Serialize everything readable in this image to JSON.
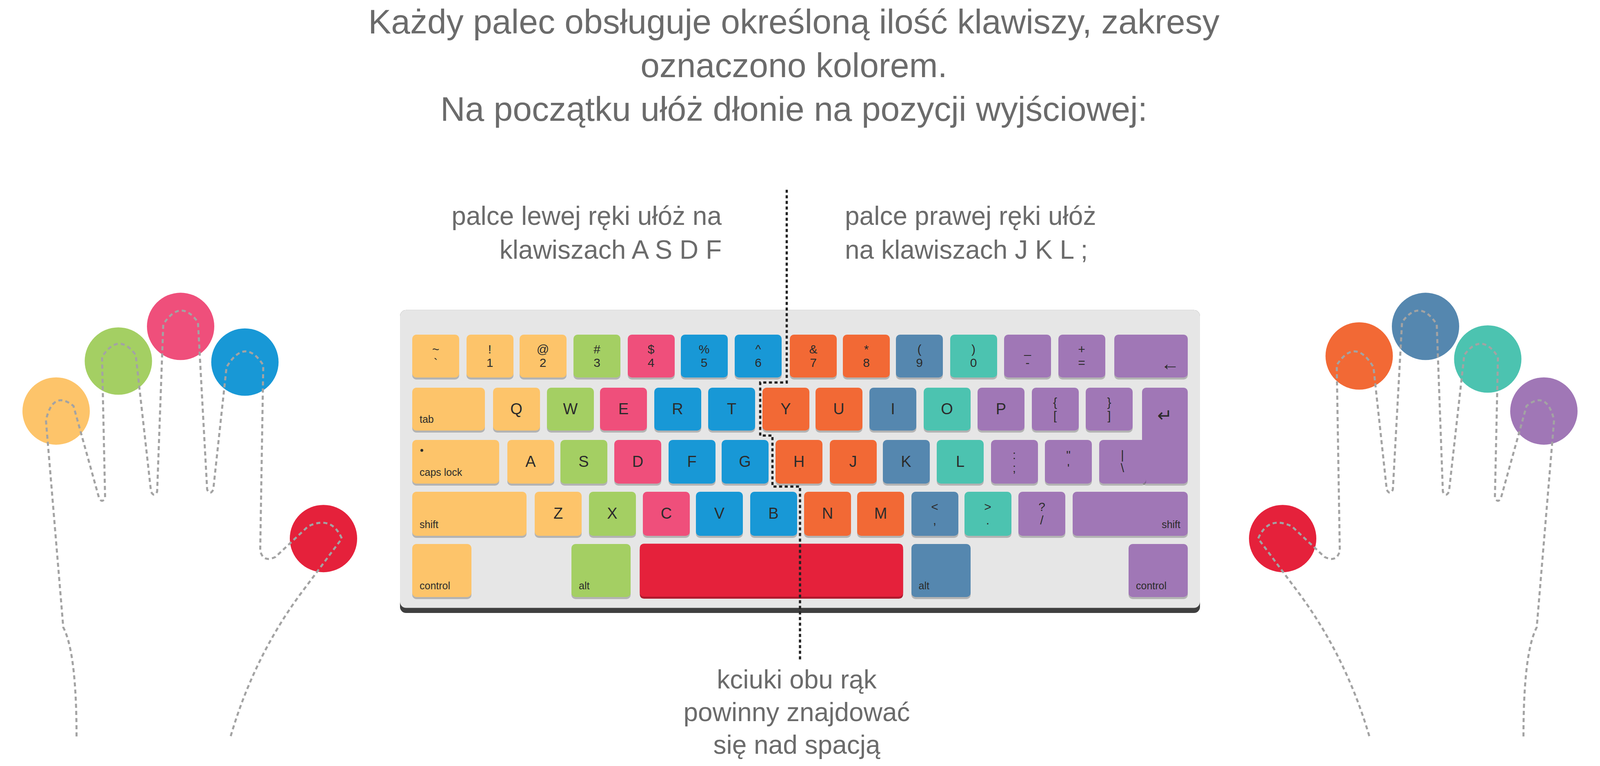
{
  "diagram": {
    "title": "Każdy palec obsługuje określoną ilość klawiszy, zakresy oznaczono kolorem.",
    "nodes": [
      {
        "text": [
          "~",
          "`"
        ]
      },
      {
        "text": [
          "!",
          "1"
        ]
      },
      {
        "text": [
          "@",
          "2"
        ]
      },
      {
        "text": [
          "#",
          "3"
        ]
      },
      {
        "text": [
          "$",
          "4"
        ]
      },
      {
        "text": [
          "%",
          "5"
        ]
      },
      {
        "text": [
          "^",
          "6"
        ]
      },
      {
        "text": [
          "&",
          "7"
        ]
      },
      {
        "text": [
          "*",
          "8"
        ]
      },
      {
        "text": [
          "(",
          "9"
        ]
      },
      {
        "text": [
          ")",
          "0"
        ]
      },
      {
        "text": [
          "_",
          "-"
        ]
      },
      {
        "text": [
          "+",
          "="
        ]
      },
      {
        "text": [
          "←"
        ]
      },
      {
        "text": [
          "tab"
        ]
      },
      {
        "text": [
          "Q"
        ]
      },
      {
        "text": [
          "W"
        ]
      },
      {
        "text": [
          "E"
        ]
      },
      {
        "text": [
          "R"
        ]
      },
      {
        "text": [
          "T"
        ]
      },
      {
        "text": [
          "Y"
        ]
      },
      {
        "text": [
          "U"
        ]
      },
      {
        "text": [
          "I"
        ]
      },
      {
        "text": [
          "O"
        ]
      },
      {
        "text": [
          "P"
        ]
      },
      {
        "text": [
          "{",
          "["
        ]
      },
      {
        "text": [
          "}",
          "]"
        ]
      },
      {
        "text": [
          "↵"
        ]
      },
      {
        "text": [
          "caps lock"
        ]
      },
      {
        "text": [
          "A"
        ]
      },
      {
        "text": [
          "S"
        ]
      },
      {
        "text": [
          "D"
        ]
      },
      {
        "text": [
          "F"
        ]
      },
      {
        "text": [
          "G"
        ]
      },
      {
        "text": [
          "H"
        ]
      },
      {
        "text": [
          "J"
        ]
      },
      {
        "text": [
          "K"
        ]
      },
      {
        "text": [
          "L"
        ]
      },
      {
        "text": [
          ":",
          ";"
        ]
      },
      {
        "text": [
          "\"",
          "'"
        ]
      },
      {
        "text": [
          "|",
          "\\"
        ]
      },
      {
        "text": [
          "shift"
        ]
      },
      {
        "text": [
          "Z"
        ]
      },
      {
        "text": [
          "X"
        ]
      },
      {
        "text": [
          "C"
        ]
      },
      {
        "text": [
          "V"
        ]
      },
      {
        "text": [
          "B"
        ]
      },
      {
        "text": [
          "N"
        ]
      },
      {
        "text": [
          "M"
        ]
      },
      {
        "text": [
          "<",
          ","
        ]
      },
      {
        "text": [
          ">",
          "."
        ]
      },
      {
        "text": [
          "?",
          "/"
        ]
      },
      {
        "text": [
          "shift"
        ]
      },
      {
        "text": [
          "control"
        ]
      },
      {
        "text": [
          "alt"
        ]
      },
      {
        "text": [
          "alt"
        ]
      },
      {
        "text": [
          "control"
        ]
      }
    ],
    "labels": [
      "Na początku ułóż dłonie na pozycji wyjściowej:",
      "palce lewej ręki ułóż na klawiszach A S D F",
      "palce prawej ręki ułóż na klawiszach J K L ;",
      "kciuki obu rąk powinny znajdować się nad spacją"
    ]
  }
}
